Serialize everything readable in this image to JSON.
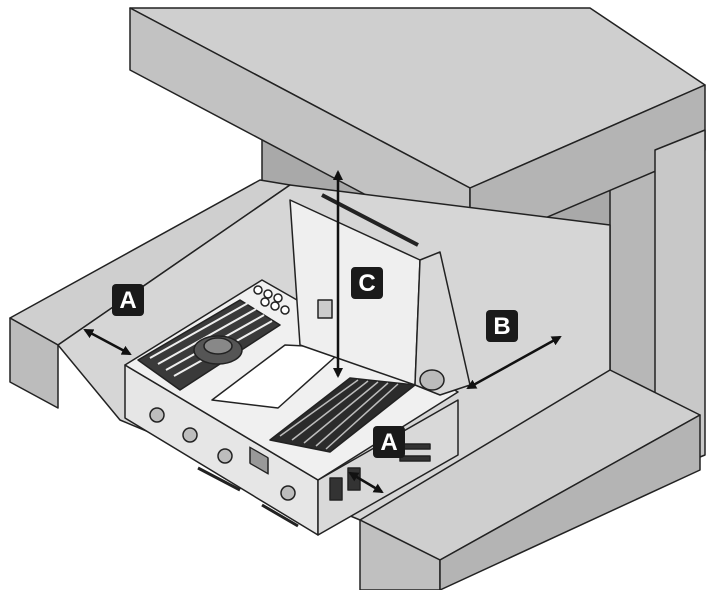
{
  "diagram": {
    "callouts": {
      "a_left": "A",
      "b_right": "B",
      "c_top": "C",
      "a_bottom": "A"
    },
    "colors": {
      "enclosure": "#cfcfcf",
      "enclosure_dark": "#b4b4b4",
      "inner_wall": "#a9a9a9",
      "grill_body": "#e8e8e8",
      "grill_dark": "#2b2b2b",
      "callout_bg": "#1a1a1a",
      "line": "#222222"
    }
  }
}
